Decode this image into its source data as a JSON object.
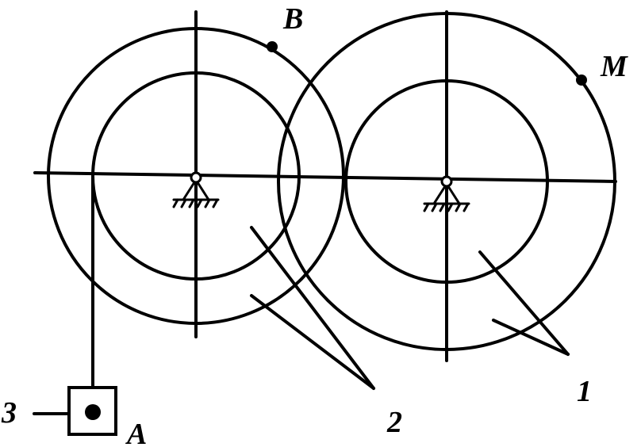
{
  "labels": {
    "point_b": "B",
    "point_m": "M",
    "point_a": "A",
    "num_1": "1",
    "num_2": "2",
    "num_3": "3"
  },
  "colors": {
    "ink": "#000000",
    "background": "#ffffff"
  }
}
